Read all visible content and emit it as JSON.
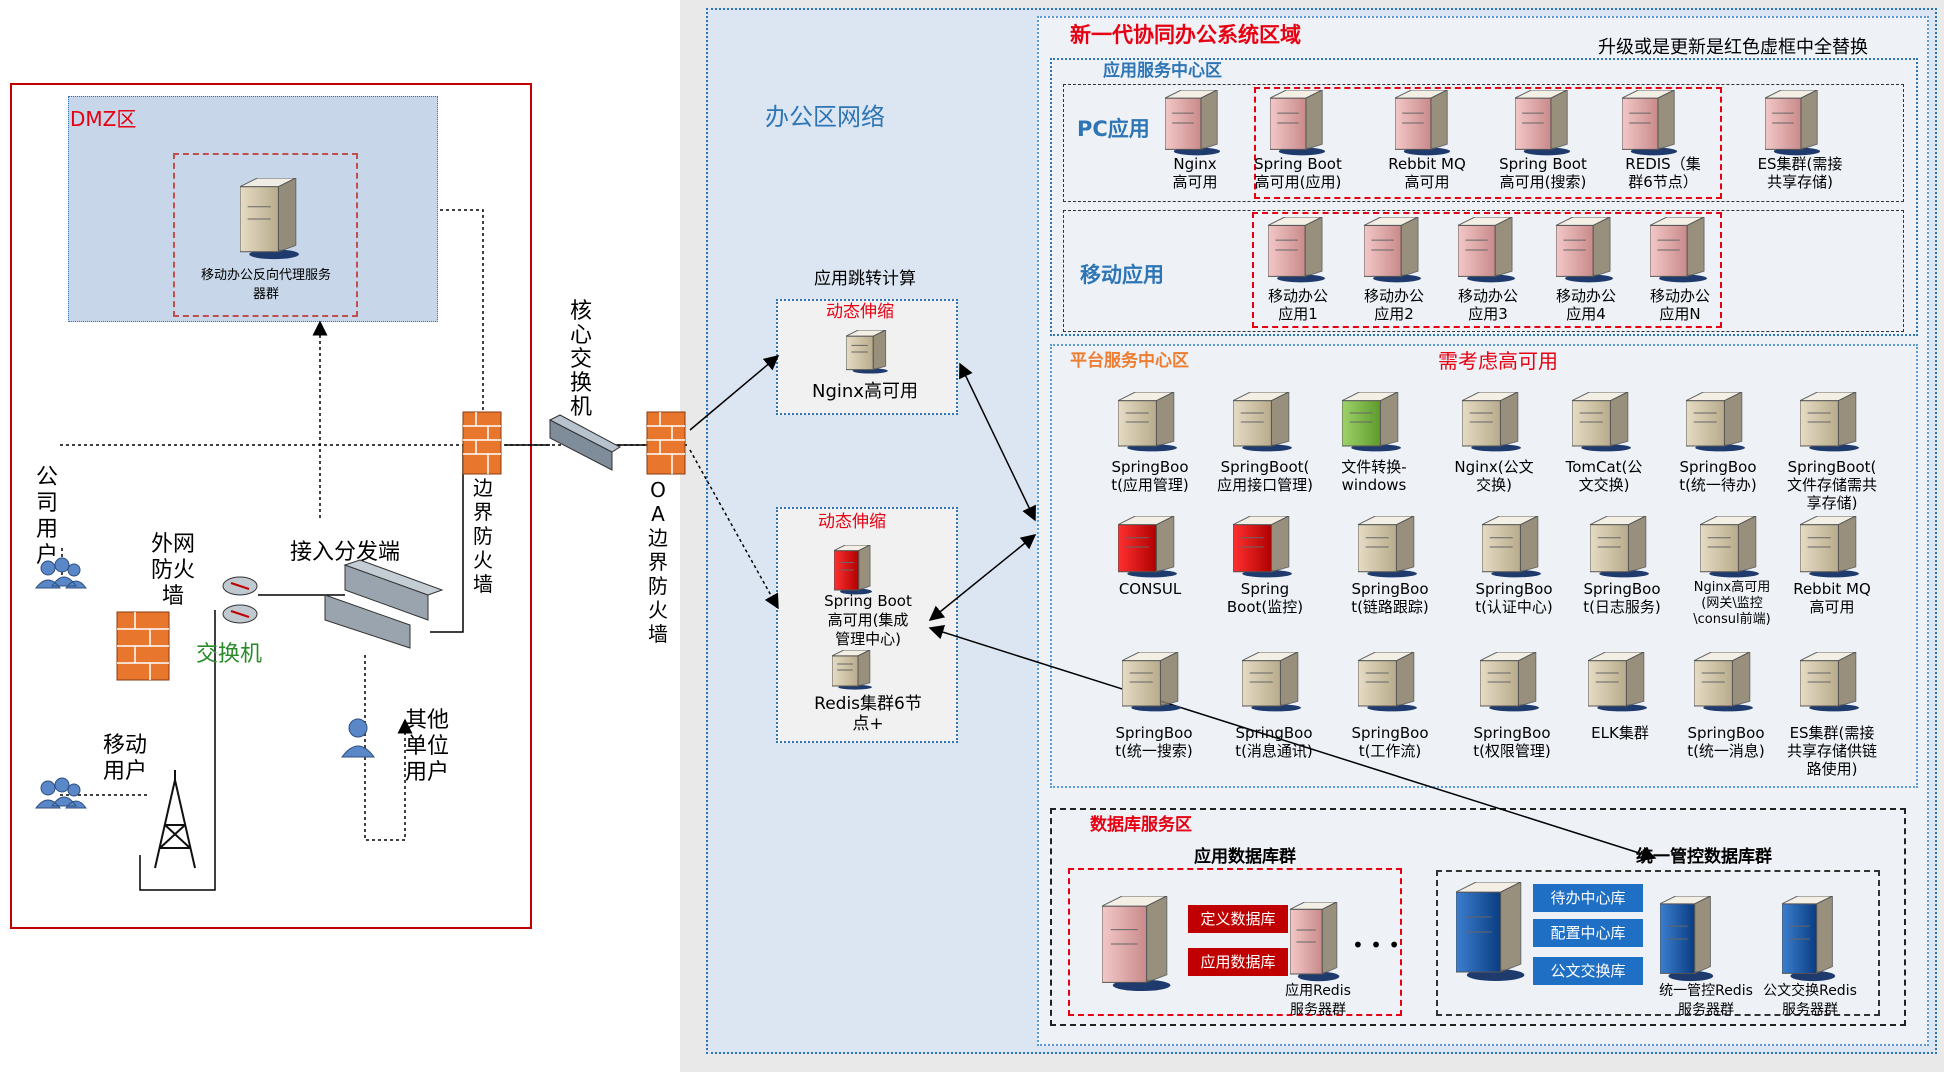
{
  "title_zone": "新一代协同办公系统区域",
  "upgrade_note": "升级或是更新是红色虚框中全替换",
  "office_network": "办公区网络",
  "dmz": {
    "title": "DMZ区",
    "server_label": "移动办公反向代理服务器群"
  },
  "left_labels": {
    "company_users": "公司用户",
    "mobile_users": "移动用户",
    "external_fw": "外网防火墙",
    "switch": "交换机",
    "access_dist": "接入分发端",
    "other_units": "其他单位用户",
    "border_fw": "边界防火墙",
    "core_switch": "核心交换机",
    "oa_fw": "OA边界防火墙"
  },
  "app_jump": {
    "title": "应用跳转计算",
    "box1_title": "动态伸缩",
    "box1_server": "Nginx高可用",
    "box2_title": "动态伸缩",
    "box2_server1": "Spring Boot\n高可用(集成\n管理中心)",
    "box2_server2": "Redis集群6节\n点+"
  },
  "app_center": {
    "title": "应用服务中心区",
    "pc_title": "PC应用",
    "mobile_title": "移动应用",
    "pc_servers": [
      "Nginx\n高可用",
      "Spring Boot\n高可用(应用)",
      "Rebbit MQ\n高可用",
      "Spring Boot\n高可用(搜索)",
      "REDIS（集\n群6节点）",
      "ES集群(需接\n共享存储)"
    ],
    "mobile_servers": [
      "移动办公\n应用1",
      "移动办公\n应用2",
      "移动办公\n应用3",
      "移动办公\n应用4",
      "移动办公\n应用N"
    ]
  },
  "platform": {
    "title": "平台服务中心区",
    "ha_note": "需考虑高可用",
    "row1": [
      "SpringBoo\nt(应用管理)",
      "SpringBoot(\n应用接口管理)",
      "文件转换-\nwindows",
      "Nginx(公文\n交换)",
      "TomCat(公\n文交换)",
      "SpringBoo\nt(统一待办)",
      "SpringBoot(\n文件存储需共\n享存储)"
    ],
    "row2": [
      "CONSUL",
      "Spring\nBoot(监控)",
      "SpringBoo\nt(链路跟踪)",
      "SpringBoo\nt(认证中心)",
      "SpringBoo\nt(日志服务)",
      "Nginx高可用\n(网关\\监控\n\\consul前端)",
      "Rebbit MQ\n高可用"
    ],
    "row3": [
      "SpringBoo\nt(统一搜索)",
      "SpringBoo\nt(消息通讯)",
      "SpringBoo\nt(工作流)",
      "SpringBoo\nt(权限管理)",
      "ELK集群",
      "SpringBoo\nt(统一消息)",
      "ES集群(需接\n共享存储供链\n路使用)"
    ]
  },
  "database": {
    "title": "数据库服务区",
    "app_db_title": "应用数据库群",
    "db_tags": [
      "定义数据库",
      "应用数据库"
    ],
    "redis_label": "应用Redis\n服务器群",
    "ellipsis": "• • •",
    "unified_title": "统一管控数据库群",
    "unified_tags": [
      "待办中心库",
      "配置中心库",
      "公文交换库"
    ],
    "unified_redis": "统一管控Redis\n服务器群",
    "doc_redis": "公文交换Redis\n服务器群"
  },
  "colors": {
    "red": "#e60012",
    "orange": "#ed7d31",
    "teal": "#2e75b6",
    "blue_zone": "#dce6f2",
    "gray": "#e9e9e9"
  }
}
